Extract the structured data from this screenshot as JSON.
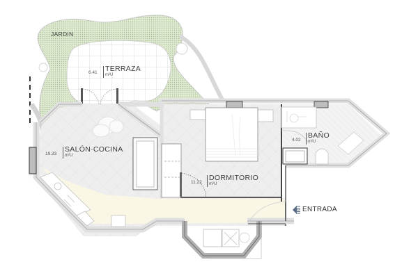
{
  "plan": {
    "title": "Apartment floor plan",
    "colors": {
      "garden_fill": "#d7e4c8",
      "wall_fill": "#e3e3e3",
      "wall_stroke": "#9a9a9a",
      "dark_wall": "#b5b5b5",
      "floor_tile": "#ececec",
      "hall_floor": "#fbf7e6",
      "text": "#3e3e3e",
      "entrance_arrow": "#5a6b86"
    },
    "outdoor": {
      "garden_label": "JARDIN"
    },
    "rooms": [
      {
        "id": "terraza",
        "name": "TERRAZA",
        "area": "6.41",
        "unit": "m²U"
      },
      {
        "id": "salon_cocina",
        "name": "SALÓN·COCINA",
        "area": "19.33",
        "unit": "m²U"
      },
      {
        "id": "dormitorio",
        "name": "DORMITORIO",
        "area": "11.22",
        "unit": "m²U"
      },
      {
        "id": "bano",
        "name": "BAÑO",
        "area": "4.02",
        "unit": "m²U"
      }
    ],
    "entrance": {
      "label": "ENTRADA",
      "icon": "entrance-arrow-icon"
    }
  }
}
